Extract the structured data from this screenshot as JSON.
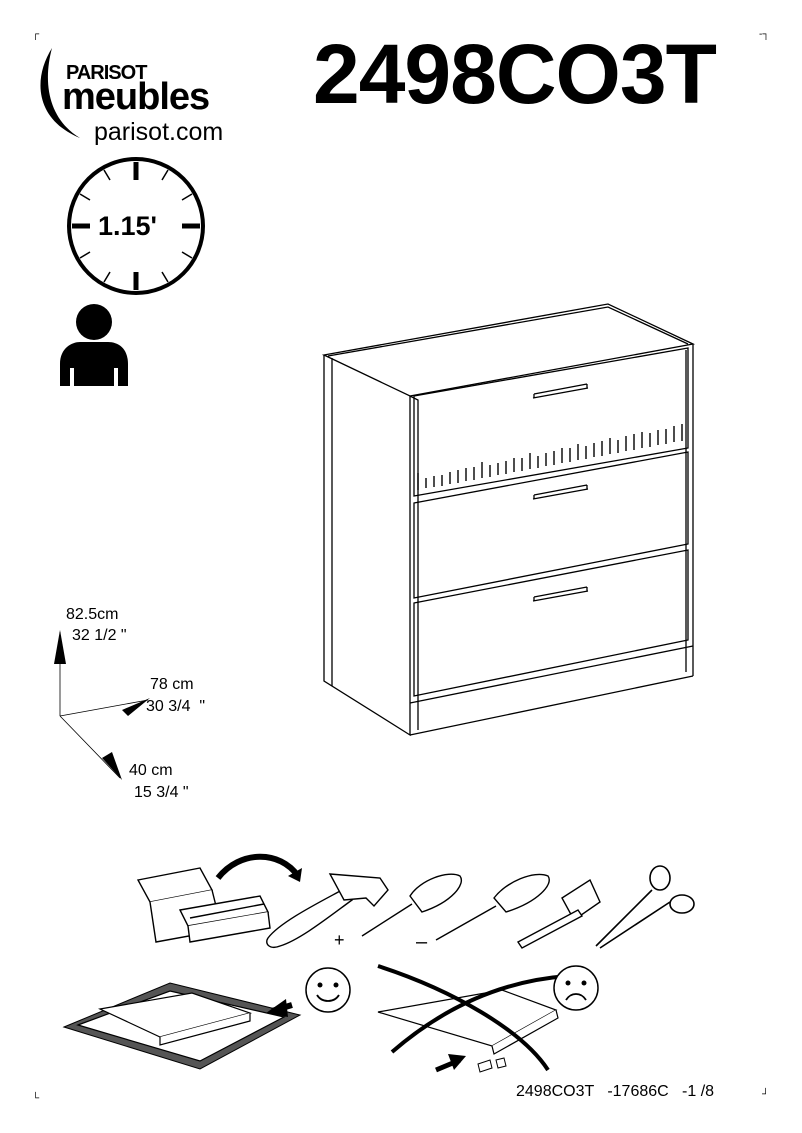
{
  "brand": {
    "name": "PARISOT",
    "word": "meubles",
    "url": "parisot.com"
  },
  "model": "2498CO3T",
  "assembly_time": "1.15'",
  "persons": 1,
  "dimensions": {
    "height_cm": "82.5cm",
    "height_in": "32 1/2 \"",
    "width_cm": "78 cm",
    "width_in": "30 3/4  \"",
    "depth_cm": "40 cm",
    "depth_in": "15 3/4 \""
  },
  "tools": {
    "items": [
      "toolbox-icon",
      "hammer-icon",
      "phillips-screwdriver-icon",
      "flat-screwdriver-icon",
      "tape-measure-icon",
      "scissors-icon"
    ],
    "plus_sign": "+",
    "minus_sign": "–"
  },
  "surface_tips": {
    "good": "smiley-face-icon",
    "bad": "sad-face-icon"
  },
  "footer": "2498CO3T   -17686C   -1 /8"
}
